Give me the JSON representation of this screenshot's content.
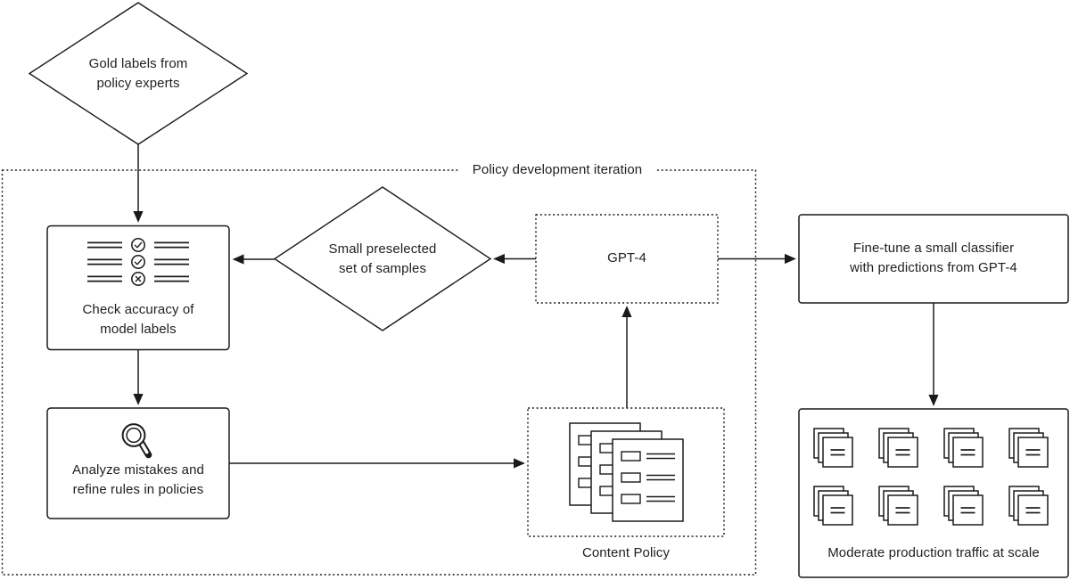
{
  "colors": {
    "stroke": "#1a1a1a",
    "text": "#1f1f1f",
    "background": "#ffffff"
  },
  "container_label": "Policy development iteration",
  "nodes": {
    "gold_labels": {
      "type": "diamond",
      "line1": "Gold labels from",
      "line2": "policy experts"
    },
    "check_accuracy": {
      "type": "box",
      "icon": "checklist-icon",
      "line1": "Check accuracy of",
      "line2": "model labels"
    },
    "small_preselected": {
      "type": "diamond",
      "line1": "Small preselected",
      "line2": "set of samples"
    },
    "gpt4": {
      "type": "dashed-box",
      "label": "GPT-4"
    },
    "analyze_mistakes": {
      "type": "box",
      "icon": "magnifier-icon",
      "line1": "Analyze mistakes and",
      "line2": "refine rules in policies"
    },
    "content_policy": {
      "type": "dashed-box",
      "icon": "documents-stack-icon",
      "label": "Content Policy"
    },
    "fine_tune": {
      "type": "box",
      "line1": "Fine-tune a small classifier",
      "line2": "with predictions from GPT-4"
    },
    "moderate": {
      "type": "box",
      "icon": "page-stack-grid-icon",
      "label": "Moderate production traffic at scale"
    }
  },
  "edges": [
    {
      "from": "gold-labels",
      "to": "check-accuracy"
    },
    {
      "from": "small-preselected-samples",
      "to": "check-accuracy"
    },
    {
      "from": "gpt-4",
      "to": "small-preselected-samples"
    },
    {
      "from": "check-accuracy",
      "to": "analyze-mistakes"
    },
    {
      "from": "analyze-mistakes",
      "to": "content-policy"
    },
    {
      "from": "content-policy",
      "to": "gpt-4"
    },
    {
      "from": "gpt-4",
      "to": "fine-tune-classifier"
    },
    {
      "from": "fine-tune-classifier",
      "to": "moderate-production-traffic"
    }
  ]
}
